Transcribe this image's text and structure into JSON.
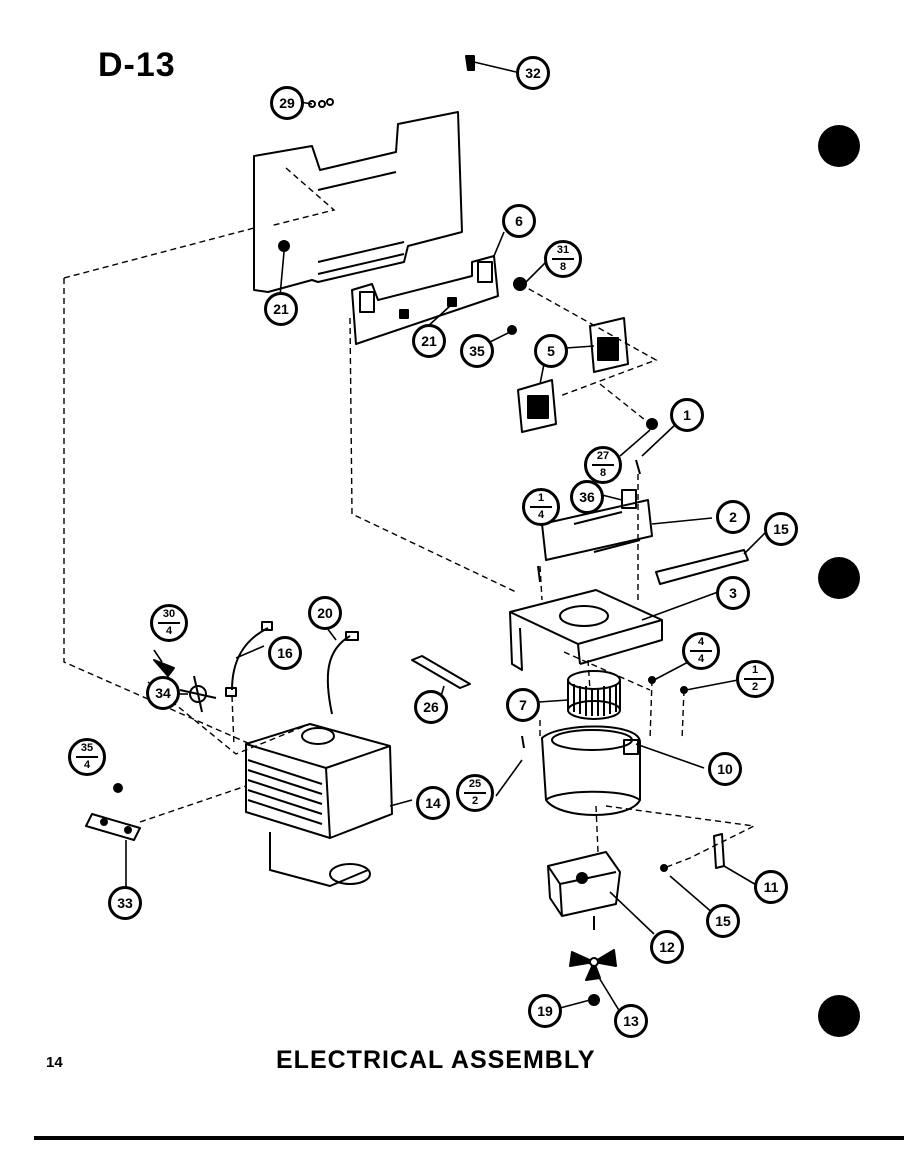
{
  "header": {
    "page_code": "D-13"
  },
  "footer": {
    "page_number": "14",
    "title": "ELECTRICAL ASSEMBLY"
  },
  "callouts": {
    "c32": "32",
    "c29": "29",
    "c6": "6",
    "c31": {
      "top": "31",
      "bottom": "8"
    },
    "c21a": "21",
    "c21b": "21",
    "c35": "35",
    "c5": "5",
    "c1": "1",
    "c27": {
      "top": "27",
      "bottom": "8"
    },
    "c36": "36",
    "c1_4": {
      "top": "1",
      "bottom": "4"
    },
    "c2": "2",
    "c15a": "15",
    "c3": "3",
    "c30": {
      "top": "30",
      "bottom": "4"
    },
    "c20": "20",
    "c16": "16",
    "c34": "34",
    "c4_4": {
      "top": "4",
      "bottom": "4"
    },
    "c1_2": {
      "top": "1",
      "bottom": "2"
    },
    "c26": "26",
    "c7": "7",
    "c35_4": {
      "top": "35",
      "bottom": "4"
    },
    "c25": {
      "top": "25",
      "bottom": "2"
    },
    "c10": "10",
    "c14": "14",
    "c33": "33",
    "c11": "11",
    "c15b": "15",
    "c12": "12",
    "c19": "19",
    "c13": "13"
  }
}
